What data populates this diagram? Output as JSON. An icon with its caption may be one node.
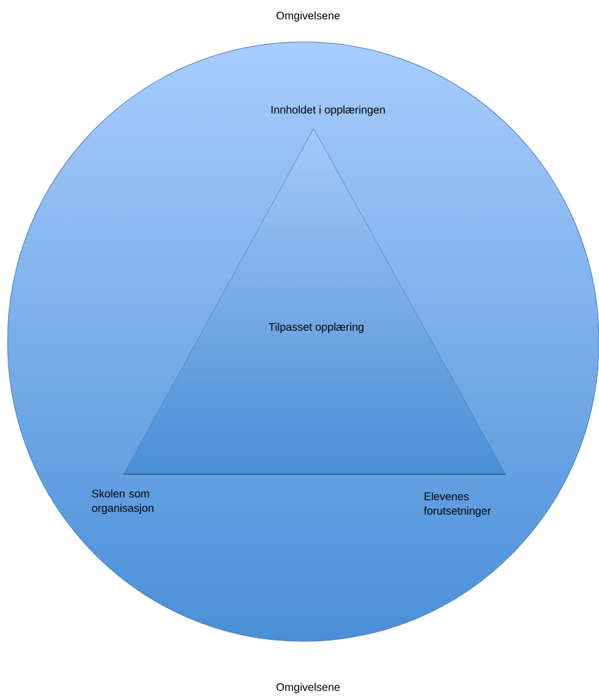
{
  "diagram": {
    "nodes": [
      {
        "text": [],
        "shape": "circle"
      },
      {
        "text": [
          "Tilpasset opplæring"
        ],
        "in": 0
      }
    ],
    "labels": [
      "Omgivelsene",
      "Innholdet i opplæringen",
      "Skolen som organisasjon",
      "Elevenes forutsetninger",
      "Omgivelsene"
    ]
  }
}
